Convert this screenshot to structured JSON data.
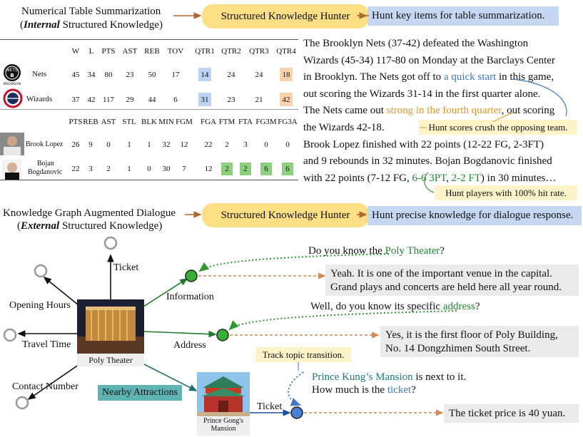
{
  "section1": {
    "title_line1": "Numerical Table Summarization",
    "title_line2_open": "(",
    "title_line2_em": "Internal",
    "title_line2_rest": " Structured Knowledge)",
    "hunter_label": "Structured Knowledge Hunter",
    "goal_text": "Hunt key items for table summarization."
  },
  "team_table": {
    "headers": [
      "W",
      "L",
      "PTS",
      "AST",
      "REB",
      "TOV",
      "QTR1",
      "QTR2",
      "QTR3",
      "QTR4"
    ],
    "rows": [
      {
        "team": "Nets",
        "logo": "nets-logo",
        "values": [
          "45",
          "34",
          "80",
          "23",
          "50",
          "17",
          "14",
          "24",
          "24",
          "18"
        ]
      },
      {
        "team": "Wizards",
        "logo": "wizards-logo",
        "values": [
          "37",
          "42",
          "117",
          "29",
          "44",
          "6",
          "31",
          "23",
          "21",
          "42"
        ]
      }
    ]
  },
  "player_table": {
    "headers": [
      "PTS",
      "REB",
      "AST",
      "STL",
      "BLK",
      "MIN",
      "FGM",
      "FGA",
      "FTM",
      "FTA",
      "FG3M",
      "FG3A"
    ],
    "rows": [
      {
        "player": "Brook Lopez",
        "values": [
          "26",
          "9",
          "0",
          "1",
          "1",
          "32",
          "12",
          "22",
          "2",
          "3",
          "0",
          "0"
        ]
      },
      {
        "player_line1": "Bojan",
        "player_line2": "Bogdanovic",
        "values": [
          "22",
          "3",
          "2",
          "1",
          "0",
          "30",
          "7",
          "12",
          "2",
          "2",
          "6",
          "6"
        ]
      }
    ]
  },
  "summary": {
    "l1": "The Brooklyn Nets (37-42) defeated the Washington",
    "l2": "Wizards (45-34) 117-80 on Monday at the Barclays Center",
    "l3a": "in Brooklyn. The Nets got off to ",
    "l3b": "a quick start",
    "l3c": " in this game,",
    "l4": "out scoring the Wizards 31-14 in the first quarter alone.",
    "l5a": "The Nets came out ",
    "l5b": "strong in the fourth quarter",
    "l5c": ", out scoring",
    "l6": "the Wizards 42-18.",
    "l7": "Brook Lopez finished with 22 points (12-22 FG, 2-3FT)",
    "l8": "and 9 rebounds in 32 minutes. Bojan  Bogdanovic finished",
    "l9a": "with 22 points (7-12 FG, ",
    "l9b": "6-6 3PT",
    "l9c": ", ",
    "l9d": "2-2 FT",
    "l9e": ") in 30 minutes…",
    "note1": "Hunt scores crush the opposing team.",
    "note2": "Hunt players with 100% hit rate."
  },
  "section2": {
    "title_line1": "Knowledge Graph Augmented Dialogue",
    "title_line2_open": "(",
    "title_line2_em": "External",
    "title_line2_rest": " Structured Knowledge)",
    "hunter_label": "Structured Knowledge Hunter",
    "goal_text": "Hunt precise knowledge for dialogue response."
  },
  "graph": {
    "center_caption": "Poly Theater",
    "edges": {
      "ticket": "Ticket",
      "opening_hours": "Opening Hours",
      "travel_time": "Travel Time",
      "contact_number": "Contact Number",
      "information": "Information",
      "address": "Address",
      "nearby": "Nearby Attractions",
      "ticket2": "Ticket"
    },
    "mansion_caption_line1": "Prince Gong's",
    "mansion_caption_line2": "Mansion"
  },
  "dialogue": {
    "q1a": "Do you know the ",
    "q1b": "Poly Theater",
    "q1c": "?",
    "a1_line1": "Yeah. It is one of the important venue in the capital.",
    "a1_line2": "Grand plays and concerts are held here all year round.",
    "q2a": "Well, do you know its specific ",
    "q2b": "address",
    "q2c": "?",
    "a2_line1": "Yes, it is the first floor of Poly Building,",
    "a2_line2": "No. 14 Dongzhimen South Street.",
    "note": "Track topic transition.",
    "q3a": "Prince Kung’s Mansion",
    "q3b": " is next to it.",
    "q3c": "How much is the ",
    "q3d": "ticket",
    "q3e": "?",
    "a3": "The ticket price is 40 yuan."
  },
  "colors": {
    "pill": "#fcdf84",
    "goal_box": "#c6d8f1",
    "answer_box": "#ebebeb",
    "note_box": "#fdf3c9",
    "green_node": "#35b035",
    "blue_node": "#4b7fd6",
    "teal_label": "#5fb3b2",
    "arrow_brown": "#b0672a"
  }
}
